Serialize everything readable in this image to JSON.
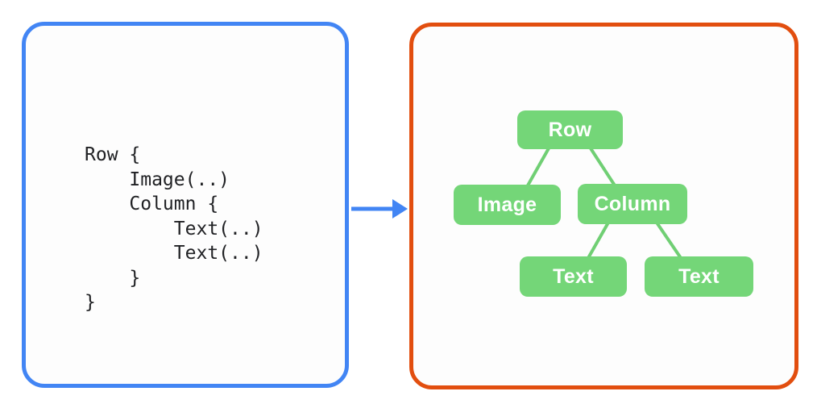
{
  "code_panel": {
    "code": "Row {\n    Image(..)\n    Column {\n        Text(..)\n        Text(..)\n    }\n}",
    "border_color": "#4285F4",
    "code_text_color": "#202124"
  },
  "arrow": {
    "direction": "left-to-right",
    "color": "#4285F4"
  },
  "tree_panel": {
    "border_color": "#E24E0F",
    "node_fill_color": "#74D678",
    "node_text_color": "#FFFFFF",
    "edge_color": "#70CF74",
    "nodes": [
      {
        "id": "row",
        "label": "Row"
      },
      {
        "id": "image",
        "label": "Image"
      },
      {
        "id": "column",
        "label": "Column"
      },
      {
        "id": "text-1",
        "label": "Text"
      },
      {
        "id": "text-2",
        "label": "Text"
      }
    ],
    "edges": [
      {
        "from": "row",
        "to": "image"
      },
      {
        "from": "row",
        "to": "column"
      },
      {
        "from": "column",
        "to": "text-1"
      },
      {
        "from": "column",
        "to": "text-2"
      }
    ]
  }
}
